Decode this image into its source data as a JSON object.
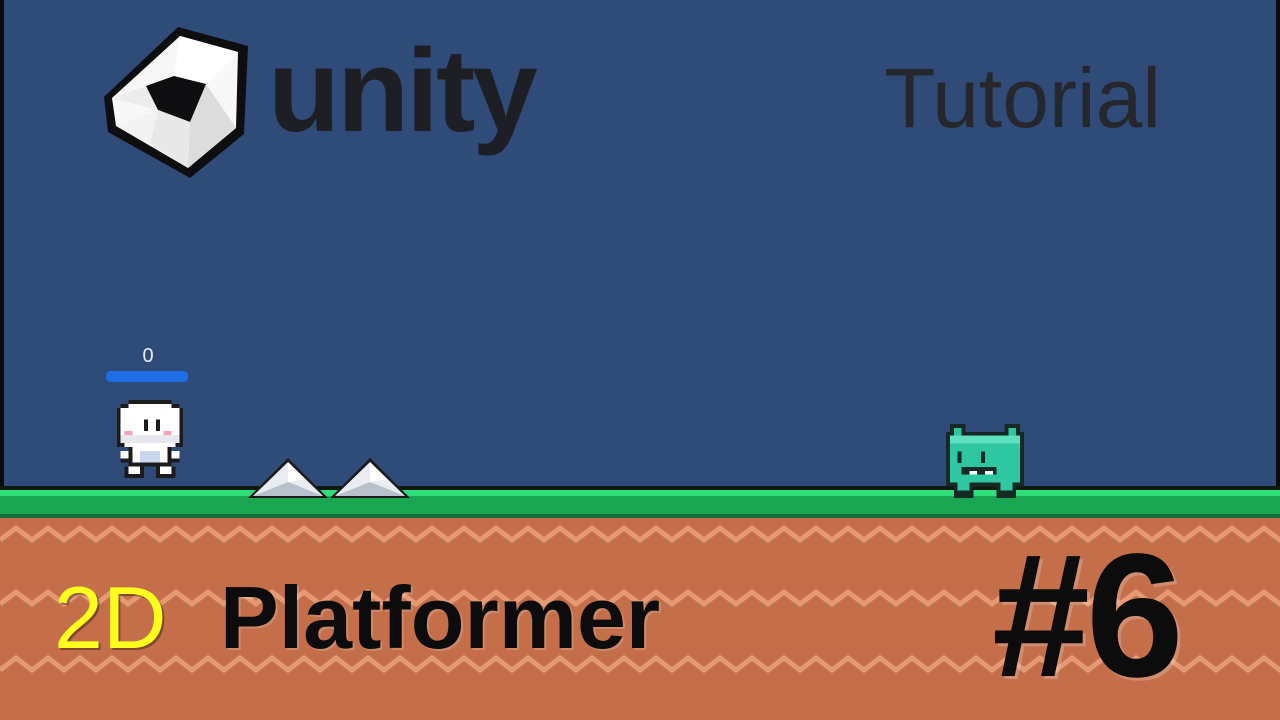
{
  "header": {
    "logo_icon": "unity-cube-icon",
    "wordmark": "unity",
    "tutorial": "Tutorial"
  },
  "hud": {
    "score": "0",
    "health_fraction": 1.0
  },
  "scene": {
    "player_icon": "player-character-icon",
    "spike_icon": "spike-icon",
    "enemy_icon": "slime-enemy-icon"
  },
  "title": {
    "prefix": "2D",
    "main": "Platformer",
    "episode": "#6"
  },
  "colors": {
    "sky": "#2f4c79",
    "grass": "#1aa553",
    "dirt": "#c46e4a",
    "prefix_text": "#ffff1e",
    "health": "#1d6fe6",
    "enemy": "#2fc6a2"
  }
}
